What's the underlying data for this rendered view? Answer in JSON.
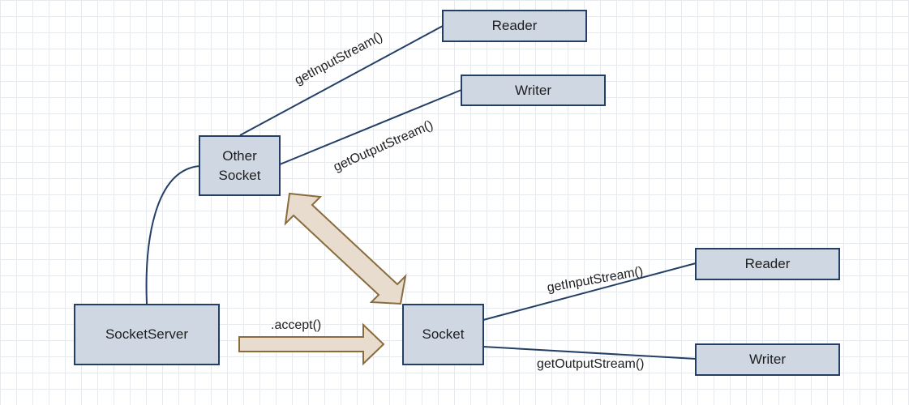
{
  "colors": {
    "box_fill": "#cfd7e3",
    "box_border": "#233f66",
    "connector": "#233f66",
    "arrow_fill": "#e7dccd",
    "arrow_stroke": "#8a6b3c"
  },
  "nodes": {
    "reader_top": "Reader",
    "writer_top": "Writer",
    "other_socket": "Other\nSocket",
    "socket_server": "SocketServer",
    "socket": "Socket",
    "reader_bottom": "Reader",
    "writer_bottom": "Writer"
  },
  "edge_labels": {
    "get_input_top": "getInputStream()",
    "get_output_top": "getOutputStream()",
    "accept": ".accept()",
    "get_input_bottom": "getInputStream()",
    "get_output_bottom": "getOutputStream()"
  }
}
